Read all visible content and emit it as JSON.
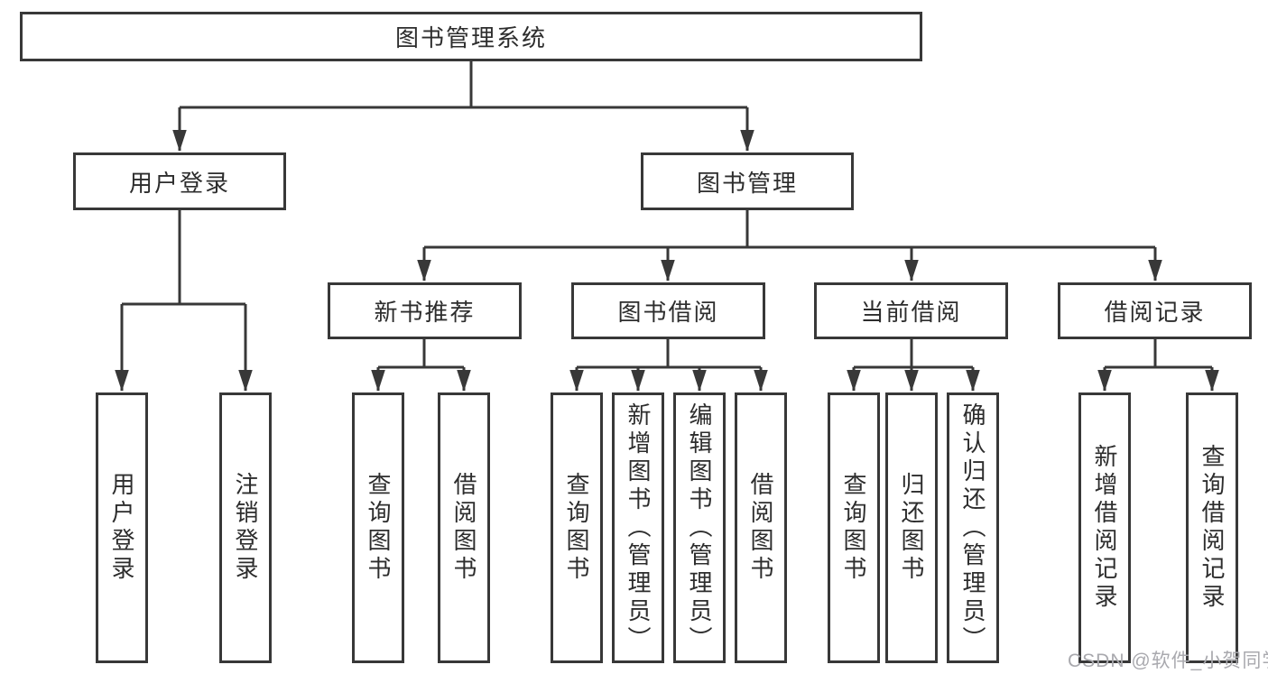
{
  "diagram": {
    "type": "hierarchy-tree",
    "nodes": {
      "root": {
        "label": "图书管理系统"
      },
      "user_login": {
        "label": "用户登录"
      },
      "book_management": {
        "label": "图书管理"
      },
      "new_book_recommend": {
        "label": "新书推荐"
      },
      "book_borrowing": {
        "label": "图书借阅"
      },
      "current_borrowing": {
        "label": "当前借阅"
      },
      "borrowing_records": {
        "label": "借阅记录"
      },
      "ul_user_login": {
        "label": "用户登录"
      },
      "ul_logout": {
        "label": "注销登录"
      },
      "nb_query_books": {
        "label": "查询图书"
      },
      "nb_borrow_books": {
        "label": "借阅图书"
      },
      "bb_query_books": {
        "label": "查询图书"
      },
      "bb_add_books": {
        "label": "新增图书（管理员）"
      },
      "bb_edit_books": {
        "label": "编辑图书（管理员）"
      },
      "bb_borrow_books": {
        "label": "借阅图书"
      },
      "cb_query_books": {
        "label": "查询图书"
      },
      "cb_return_books": {
        "label": "归还图书"
      },
      "cb_confirm_return": {
        "label": "确认归还（管理员）"
      },
      "br_add_record": {
        "label": "新增借阅记录"
      },
      "br_query_record": {
        "label": "查询借阅记录"
      }
    },
    "hierarchy": {
      "root": [
        "user_login",
        "book_management"
      ],
      "user_login": [
        "ul_user_login",
        "ul_logout"
      ],
      "book_management": [
        "new_book_recommend",
        "book_borrowing",
        "current_borrowing",
        "borrowing_records"
      ],
      "new_book_recommend": [
        "nb_query_books",
        "nb_borrow_books"
      ],
      "book_borrowing": [
        "bb_query_books",
        "bb_add_books",
        "bb_edit_books",
        "bb_borrow_books"
      ],
      "current_borrowing": [
        "cb_query_books",
        "cb_return_books",
        "cb_confirm_return"
      ],
      "borrowing_records": [
        "br_add_record",
        "br_query_record"
      ]
    },
    "colors": {
      "line": "#383838",
      "box_border": "#383838",
      "text": "#2d2d2d",
      "background": "#ffffff",
      "watermark": "#a9a9ae"
    }
  },
  "watermark": {
    "text": "CSDN @软件_小贺同学"
  }
}
